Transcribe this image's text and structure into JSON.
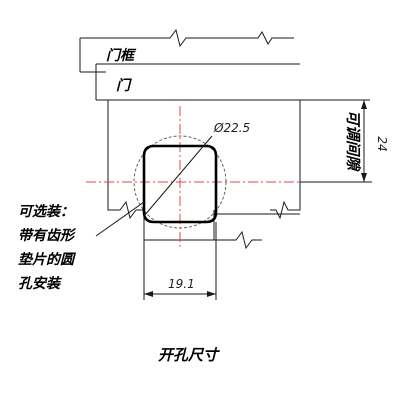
{
  "labels": {
    "door_frame": "门框",
    "door": "门",
    "adjustable_gap": "可调间隙",
    "caption": "开孔尺寸"
  },
  "dimensions": {
    "diameter": "Ø22.5",
    "vertical": "24",
    "width": "19.1"
  },
  "note": {
    "line1": "可选装：",
    "line2": "带有齿形",
    "line3": "垫片的圆",
    "line4": "孔安装"
  },
  "colors": {
    "centerline": "#d94a4a",
    "outline": "#000000"
  }
}
